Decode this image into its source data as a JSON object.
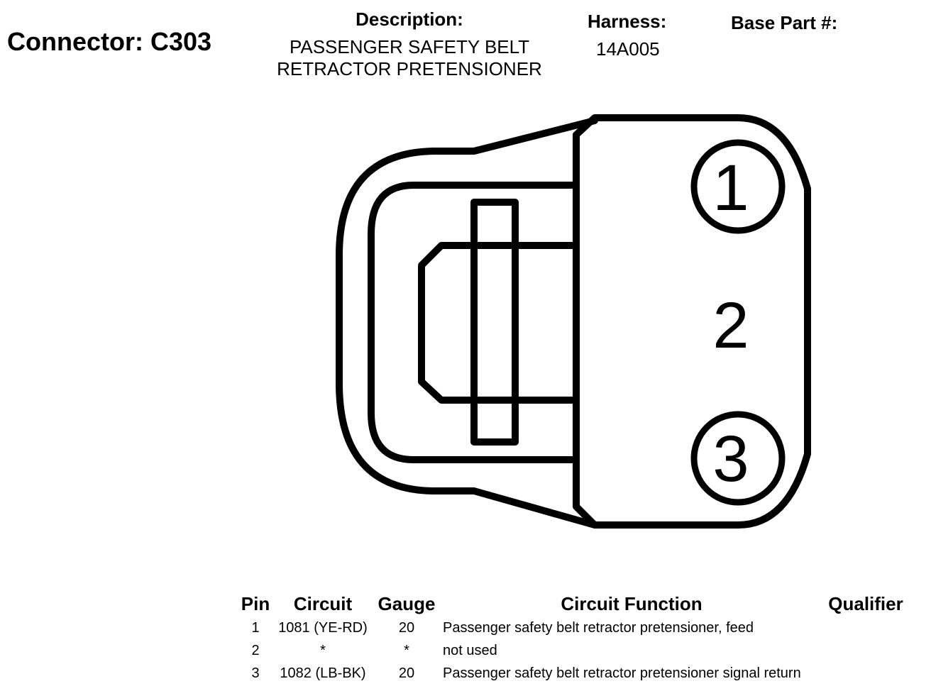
{
  "header": {
    "connector": "Connector: C303",
    "description_label": "Description:",
    "description_lines": [
      "PASSENGER SAFETY BELT",
      "RETRACTOR PRETENSIONER"
    ],
    "harness_label": "Harness:",
    "harness_value": "14A005",
    "base_part_label": "Base Part #:"
  },
  "diagram": {
    "pins": [
      "1",
      "2",
      "3"
    ]
  },
  "table": {
    "headers": {
      "pin": "Pin",
      "circuit": "Circuit",
      "gauge": "Gauge",
      "function": "Circuit Function",
      "qualifier": "Qualifier"
    },
    "rows": [
      {
        "pin": "1",
        "circuit": "1081 (YE-RD)",
        "gauge": "20",
        "function": "Passenger safety belt retractor pretensioner, feed",
        "qualifier": ""
      },
      {
        "pin": "2",
        "circuit": "*",
        "gauge": "*",
        "function": "not used",
        "qualifier": ""
      },
      {
        "pin": "3",
        "circuit": "1082 (LB-BK)",
        "gauge": "20",
        "function": "Passenger safety belt retractor pretensioner signal return",
        "qualifier": ""
      }
    ]
  }
}
